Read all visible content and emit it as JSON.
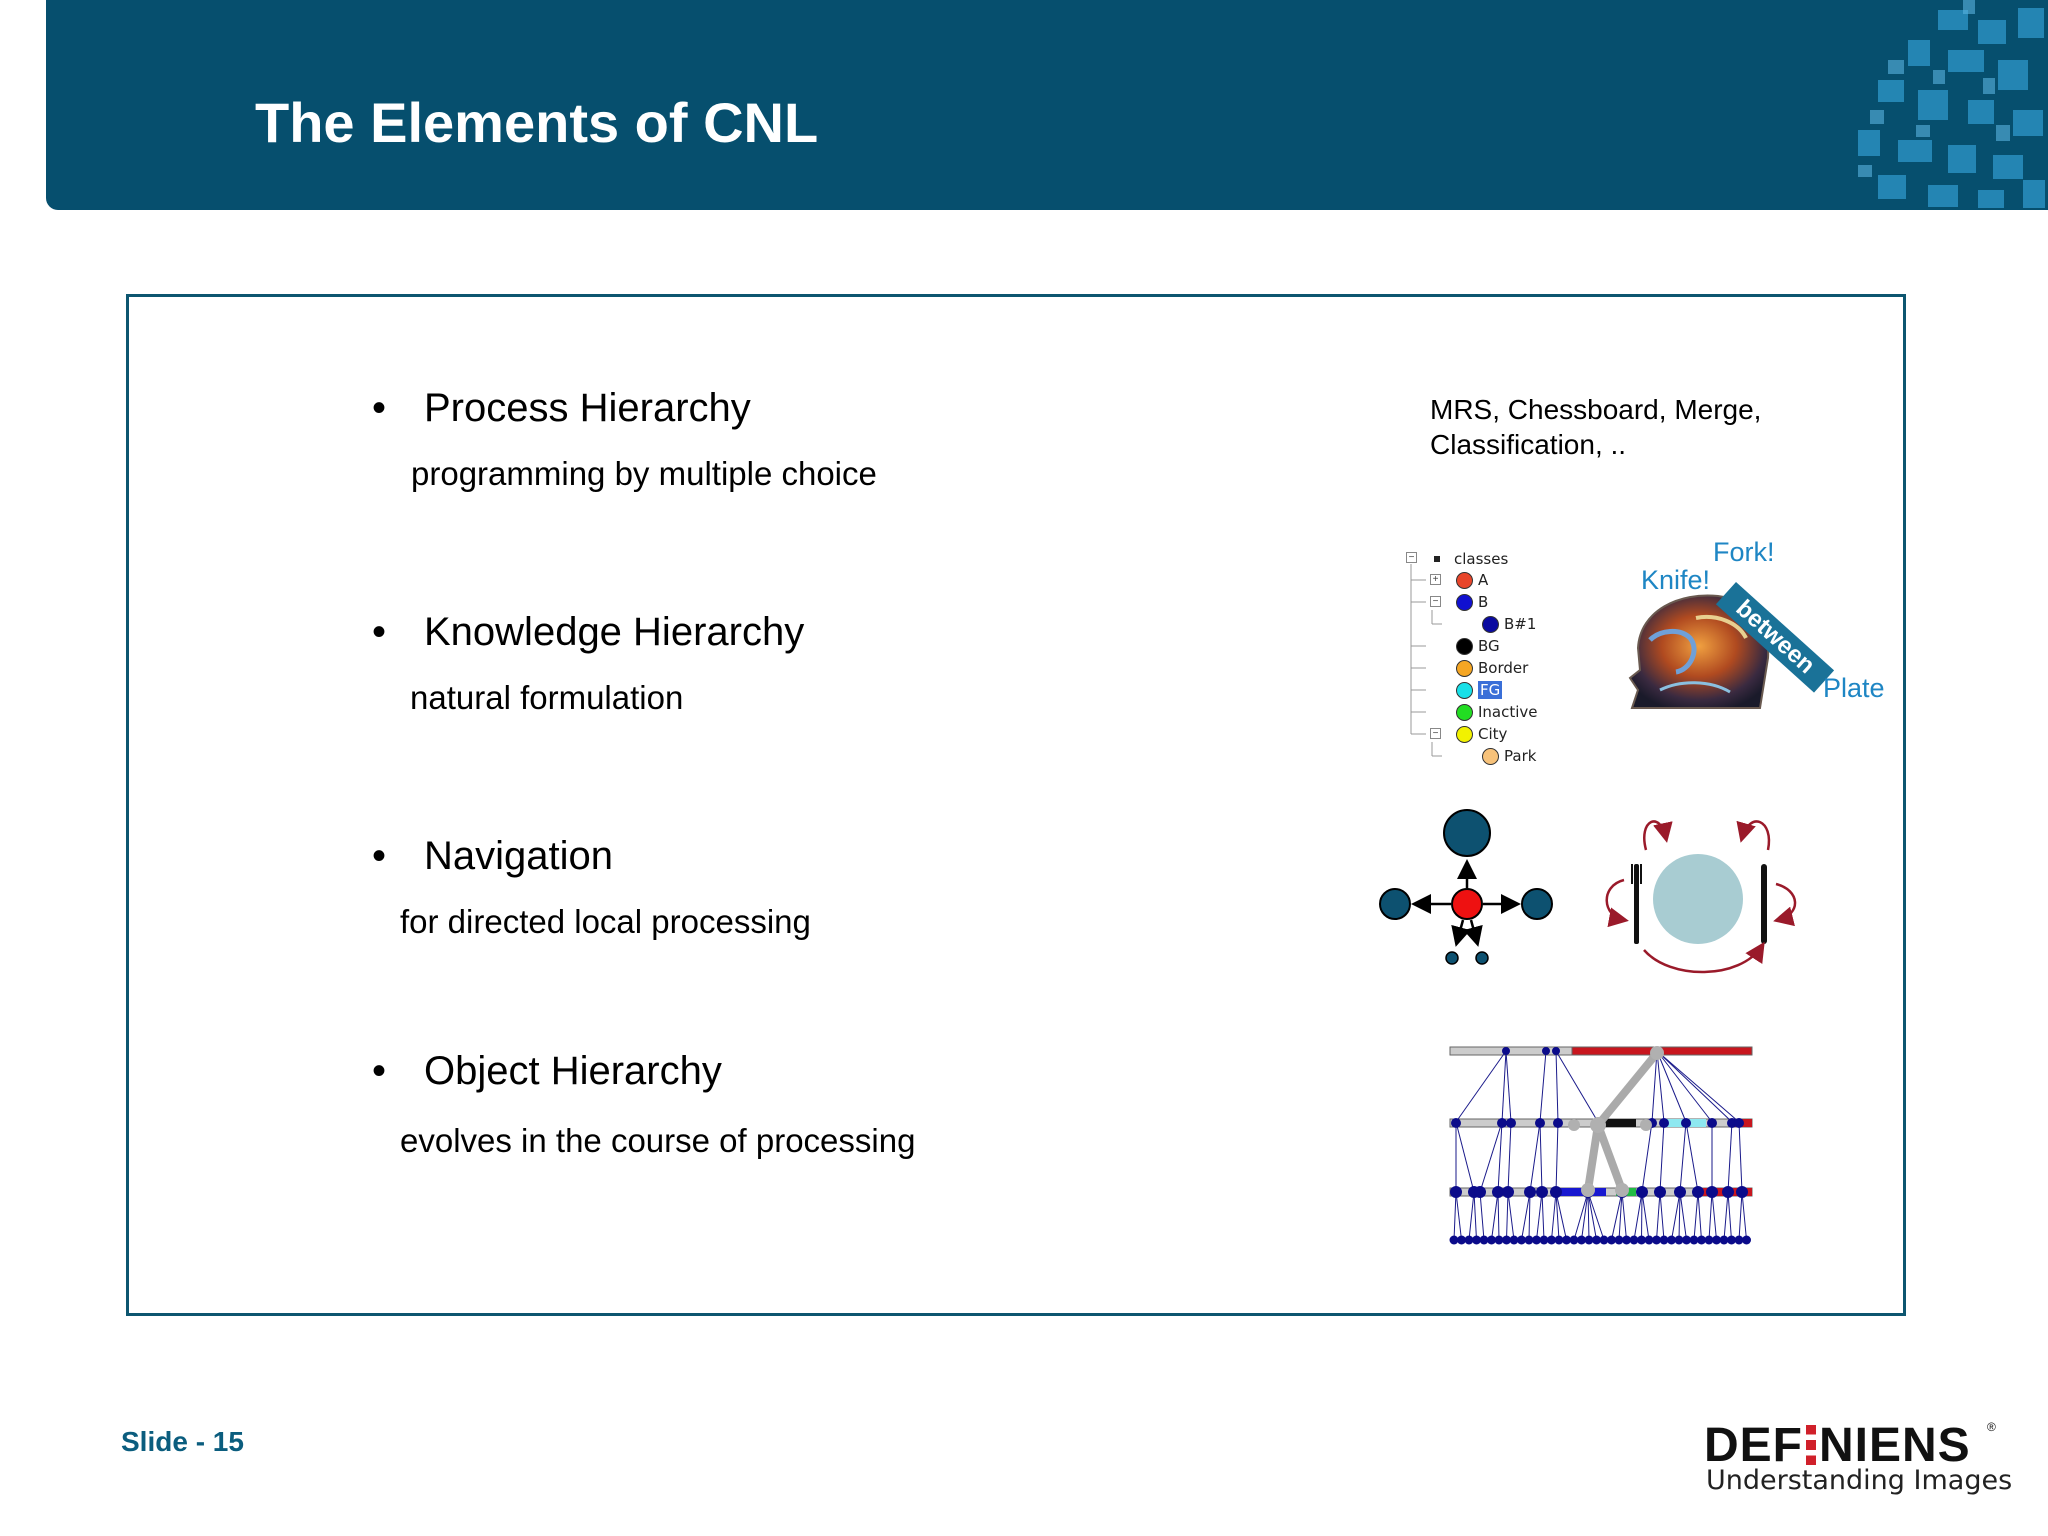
{
  "header": {
    "title": "The Elements of CNL"
  },
  "bullets": [
    {
      "title": "Process Hierarchy",
      "subtitle": "programming by multiple choice"
    },
    {
      "title": "Knowledge Hierarchy",
      "subtitle": "natural formulation"
    },
    {
      "title": "Navigation",
      "subtitle": "for directed local processing"
    },
    {
      "title": "Object Hierarchy",
      "subtitle": "evolves in the course of processing"
    }
  ],
  "bullet_symbol": "•",
  "process_caption": {
    "line1": "MRS, Chessboard, Merge,",
    "line2": "Classification, .."
  },
  "class_tree": {
    "root": "classes",
    "items": [
      {
        "label": "A",
        "color": "#e8452a"
      },
      {
        "label": "B",
        "color": "#1010d0"
      },
      {
        "label": "B#1",
        "color": "#0a0aa0"
      },
      {
        "label": "BG",
        "color": "#000000"
      },
      {
        "label": "Border",
        "color": "#f5a623"
      },
      {
        "label": "FG",
        "color": "#18e0e8"
      },
      {
        "label": "Inactive",
        "color": "#22dd22"
      },
      {
        "label": "City",
        "color": "#f2f200"
      },
      {
        "label": "Park",
        "color": "#f7c27a"
      }
    ]
  },
  "knowledge_words": {
    "fork": "Fork!",
    "knife": "Knife!",
    "between": "between",
    "plate": "Plate"
  },
  "footer": {
    "slide_label": "Slide - 15",
    "logo_left": "DEF",
    "logo_right": "NIENS",
    "registered": "®",
    "tagline": "Understanding Images"
  },
  "colors": {
    "header": "#064f6e",
    "accent": "#0b5d7e",
    "navigation_center": "#ee1111",
    "navigation_node": "#0d5170",
    "plate": "#a8ccd2",
    "arrow": "#9a1a2a",
    "hierarchy_node": "#0b0b8a",
    "level_red": "#c8161e"
  }
}
